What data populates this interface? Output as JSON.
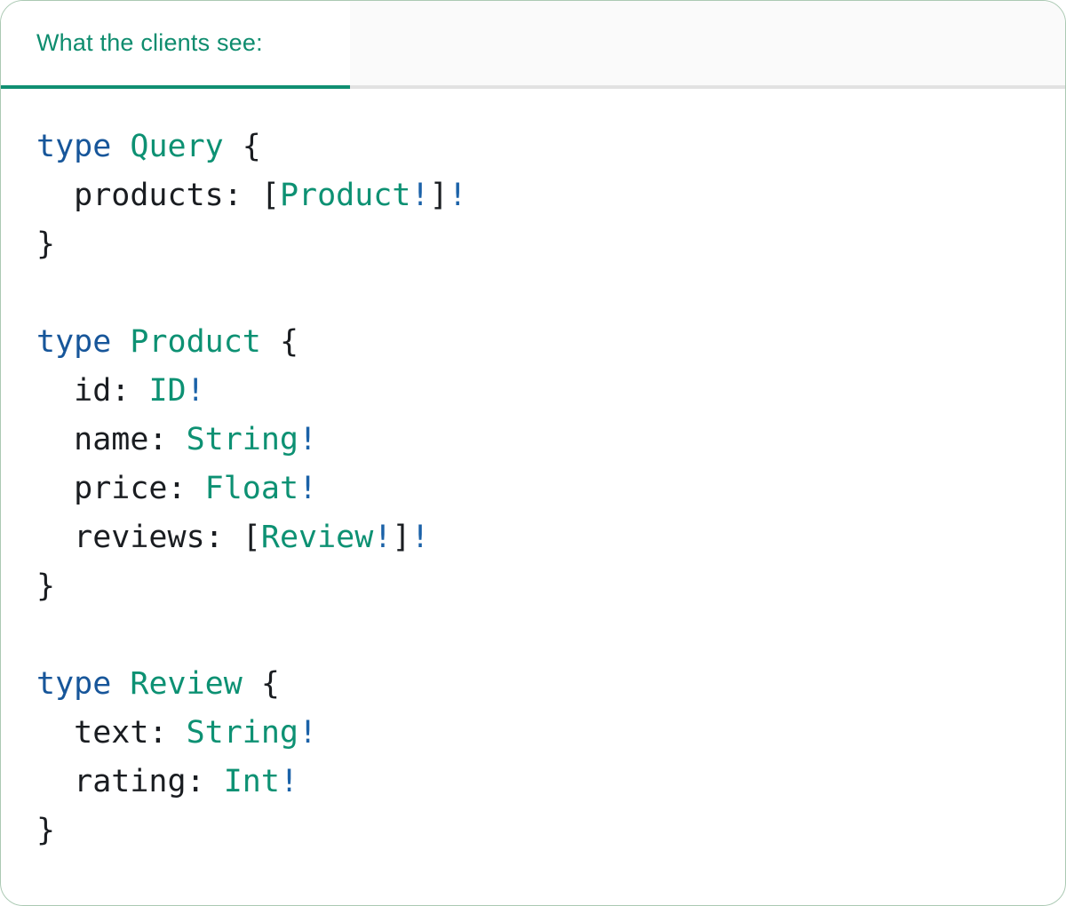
{
  "tab": {
    "label": "What the clients see:"
  },
  "colors": {
    "accent_teal": "#0E8C6E",
    "tab_underline": "#108F72",
    "inactive_underline": "#E2E2E2",
    "inactive_bg": "#FAFAFA",
    "card_border": "#ABC9B3",
    "code_keyword_blue": "#17569A",
    "code_type_teal": "#0D9173",
    "code_plain_dark": "#1A1D21",
    "code_bang_blue": "#1B62A8"
  },
  "code": {
    "language": "graphql",
    "lines": [
      [
        {
          "t": "type",
          "c": "kw"
        },
        {
          "t": " ",
          "c": "pl"
        },
        {
          "t": "Query",
          "c": "ty"
        },
        {
          "t": " {",
          "c": "pl"
        }
      ],
      [
        {
          "t": "  products: [",
          "c": "pl"
        },
        {
          "t": "Product",
          "c": "ty"
        },
        {
          "t": "!",
          "c": "bang"
        },
        {
          "t": "]",
          "c": "pl"
        },
        {
          "t": "!",
          "c": "bang"
        }
      ],
      [
        {
          "t": "}",
          "c": "pl"
        }
      ],
      [],
      [
        {
          "t": "type",
          "c": "kw"
        },
        {
          "t": " ",
          "c": "pl"
        },
        {
          "t": "Product",
          "c": "ty"
        },
        {
          "t": " {",
          "c": "pl"
        }
      ],
      [
        {
          "t": "  id: ",
          "c": "pl"
        },
        {
          "t": "ID",
          "c": "ty"
        },
        {
          "t": "!",
          "c": "bang"
        }
      ],
      [
        {
          "t": "  name: ",
          "c": "pl"
        },
        {
          "t": "String",
          "c": "ty"
        },
        {
          "t": "!",
          "c": "bang"
        }
      ],
      [
        {
          "t": "  price: ",
          "c": "pl"
        },
        {
          "t": "Float",
          "c": "ty"
        },
        {
          "t": "!",
          "c": "bang"
        }
      ],
      [
        {
          "t": "  reviews: [",
          "c": "pl"
        },
        {
          "t": "Review",
          "c": "ty"
        },
        {
          "t": "!",
          "c": "bang"
        },
        {
          "t": "]",
          "c": "pl"
        },
        {
          "t": "!",
          "c": "bang"
        }
      ],
      [
        {
          "t": "}",
          "c": "pl"
        }
      ],
      [],
      [
        {
          "t": "type",
          "c": "kw"
        },
        {
          "t": " ",
          "c": "pl"
        },
        {
          "t": "Review",
          "c": "ty"
        },
        {
          "t": " {",
          "c": "pl"
        }
      ],
      [
        {
          "t": "  text: ",
          "c": "pl"
        },
        {
          "t": "String",
          "c": "ty"
        },
        {
          "t": "!",
          "c": "bang"
        }
      ],
      [
        {
          "t": "  rating: ",
          "c": "pl"
        },
        {
          "t": "Int",
          "c": "ty"
        },
        {
          "t": "!",
          "c": "bang"
        }
      ],
      [
        {
          "t": "}",
          "c": "pl"
        }
      ]
    ]
  }
}
